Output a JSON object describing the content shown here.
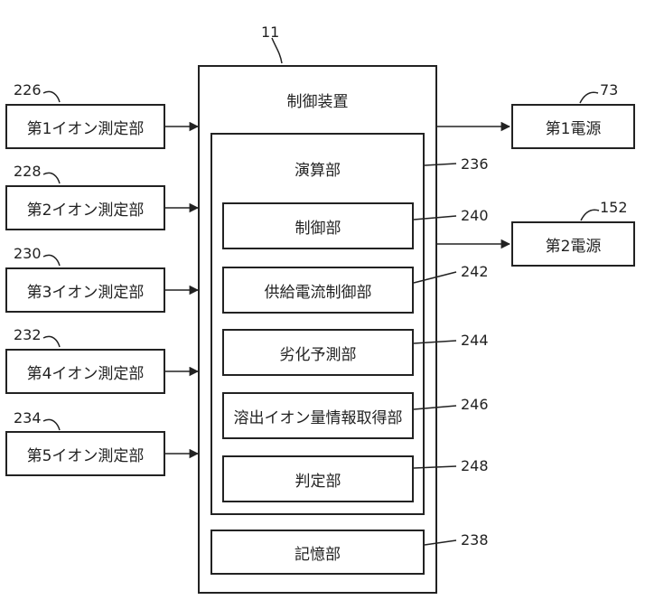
{
  "controller": {
    "title": "制御装置",
    "ref": "11",
    "compute": {
      "title": "演算部",
      "ref": "236",
      "units": [
        {
          "label": "制御部",
          "ref": "240"
        },
        {
          "label": "供給電流制御部",
          "ref": "242"
        },
        {
          "label": "劣化予測部",
          "ref": "244"
        },
        {
          "label": "溶出イオン量情報取得部",
          "ref": "246"
        },
        {
          "label": "判定部",
          "ref": "248"
        }
      ]
    },
    "memory": {
      "label": "記憶部",
      "ref": "238"
    }
  },
  "sensors": [
    {
      "label": "第1イオン測定部",
      "ref": "226"
    },
    {
      "label": "第2イオン測定部",
      "ref": "228"
    },
    {
      "label": "第3イオン測定部",
      "ref": "230"
    },
    {
      "label": "第4イオン測定部",
      "ref": "232"
    },
    {
      "label": "第5イオン測定部",
      "ref": "234"
    }
  ],
  "power_supplies": [
    {
      "label": "第1電源",
      "ref": "73"
    },
    {
      "label": "第2電源",
      "ref": "152"
    }
  ],
  "colors": {
    "line": "#222222",
    "background": "#ffffff"
  }
}
